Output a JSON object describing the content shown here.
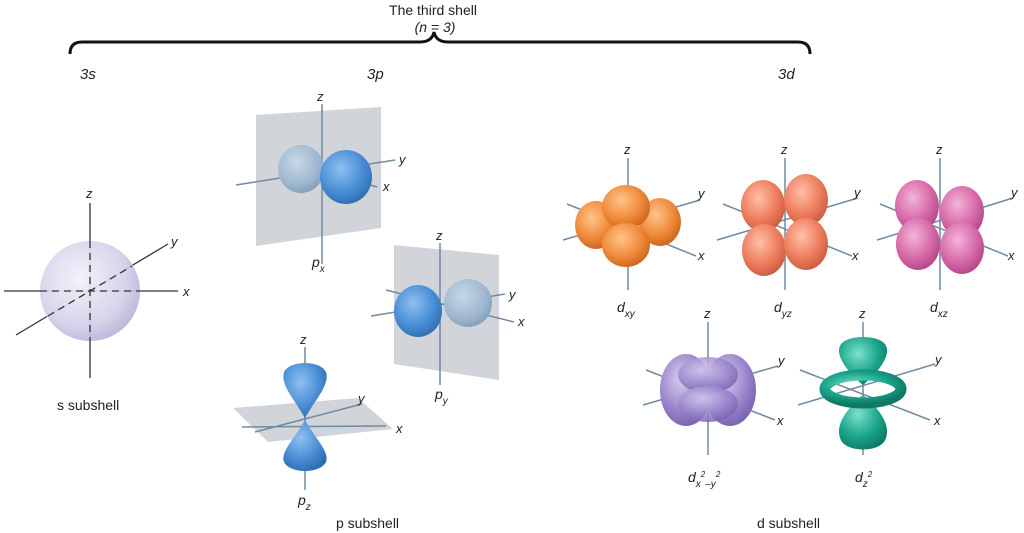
{
  "header": {
    "title_line1": "The third shell",
    "title_line2": "(n = 3)"
  },
  "subshells": {
    "s": {
      "top_label": "3s",
      "bottom_label": "s subshell"
    },
    "p": {
      "top_label": "3p",
      "bottom_label": "p subshell"
    },
    "d": {
      "top_label": "3d",
      "bottom_label": "d subshell"
    }
  },
  "axes": {
    "x": "x",
    "y": "y",
    "z": "z"
  },
  "orbitals": {
    "px": {
      "base": "p",
      "sub": "x"
    },
    "py": {
      "base": "p",
      "sub": "y"
    },
    "pz": {
      "base": "p",
      "sub": "z"
    },
    "dxy": {
      "base": "d",
      "sub": "xy"
    },
    "dyz": {
      "base": "d",
      "sub": "yz"
    },
    "dxz": {
      "base": "d",
      "sub": "xz"
    },
    "dx2y2": {
      "base": "d",
      "sub_a": "x",
      "sup_a": "2",
      "sub_mid": "–y",
      "sup_b": "2"
    },
    "dz2": {
      "base": "d",
      "sub": "z",
      "sup": "2"
    }
  },
  "colors": {
    "s_orbital": "#cfc9e6",
    "p_lobe_front": "#4a8fd6",
    "p_lobe_back": "#9cb6cf",
    "plane": "#c9ccd1",
    "d_orange": "#f08a3a",
    "d_salmon": "#ee7d5e",
    "d_pink": "#d76aa9",
    "d_purple": "#9a86cc",
    "d_teal": "#1aa68c",
    "axis": "#6f8aa3"
  }
}
